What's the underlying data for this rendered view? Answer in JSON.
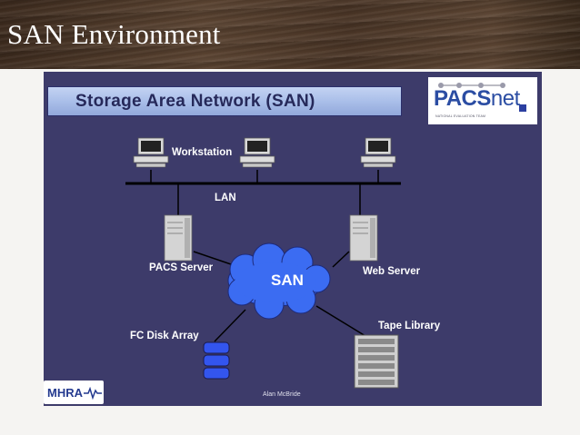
{
  "slide": {
    "title": "SAN Environment"
  },
  "diagram": {
    "banner_title": "Storage Area Network (SAN)",
    "logo": {
      "part1": "PACS",
      "part2": "net",
      "tagline": "NATIONAL EVALUATION TEAM"
    },
    "labels": {
      "workstation": "Workstation",
      "lan": "LAN",
      "pacs_server": "PACS Server",
      "web_server": "Web Server",
      "san": "SAN",
      "fc_disk_array": "FC Disk Array",
      "tape_library": "Tape Library"
    },
    "credit": "Alan McBride",
    "mhra_logo": "MHRA"
  },
  "colors": {
    "header_wood": "#4a3526",
    "diagram_background": "#3d3b6a",
    "banner": "#aabfe9",
    "cloud": "#3366ee",
    "disk": "#3355ee"
  }
}
